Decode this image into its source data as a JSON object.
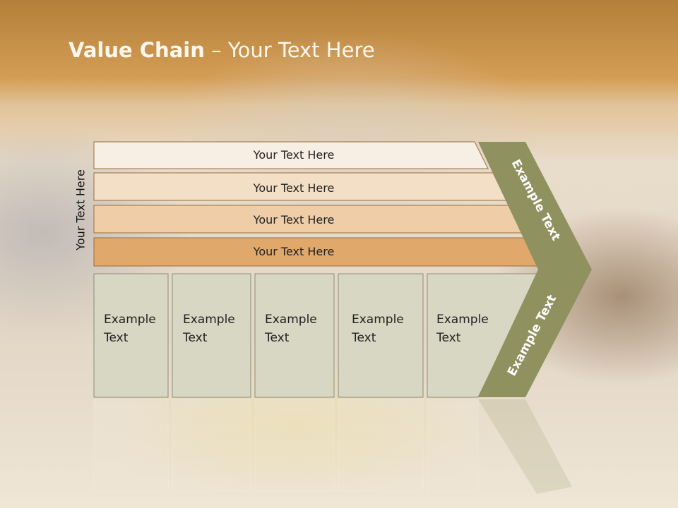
{
  "slide": {
    "title_bold": "Value Chain",
    "title_rest": " – Your Text Here",
    "side_label": "Your Text Here"
  },
  "rows": [
    {
      "label": "Your Text Here",
      "color": "#f8efe4"
    },
    {
      "label": "Your Text Here",
      "color": "#f3dfc6"
    },
    {
      "label": "Your Text Here",
      "color": "#eecda7"
    },
    {
      "label": "Your Text Here",
      "color": "#e0a86a"
    }
  ],
  "cells": [
    {
      "label": "Example\nText"
    },
    {
      "label": "Example\nText"
    },
    {
      "label": "Example\nText"
    },
    {
      "label": "Example\nText"
    },
    {
      "label": "Example\nText"
    }
  ],
  "chevron": {
    "upper_label": "Example Text",
    "lower_label": "Example Text",
    "color": "#8f915f"
  },
  "colors": {
    "cell_fill": "#d8d7c3",
    "cell_stroke": "#8c8c7c",
    "row_stroke": "#9a6d3e"
  }
}
